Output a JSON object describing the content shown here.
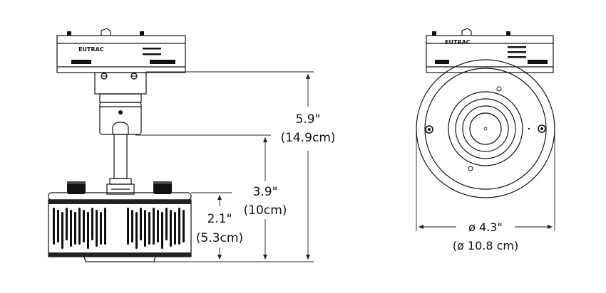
{
  "brand": "EUTRAC",
  "dimensions": {
    "height_total": {
      "imperial": "5.9\"",
      "metric": "(14.9cm)"
    },
    "height_mid": {
      "imperial": "3.9\"",
      "metric": "(10cm)"
    },
    "height_head": {
      "imperial": "2.1\"",
      "metric": "(5.3cm)"
    },
    "diameter": {
      "imperial": "ø 4.3\"",
      "metric": "(ø 10.8 cm)"
    }
  }
}
